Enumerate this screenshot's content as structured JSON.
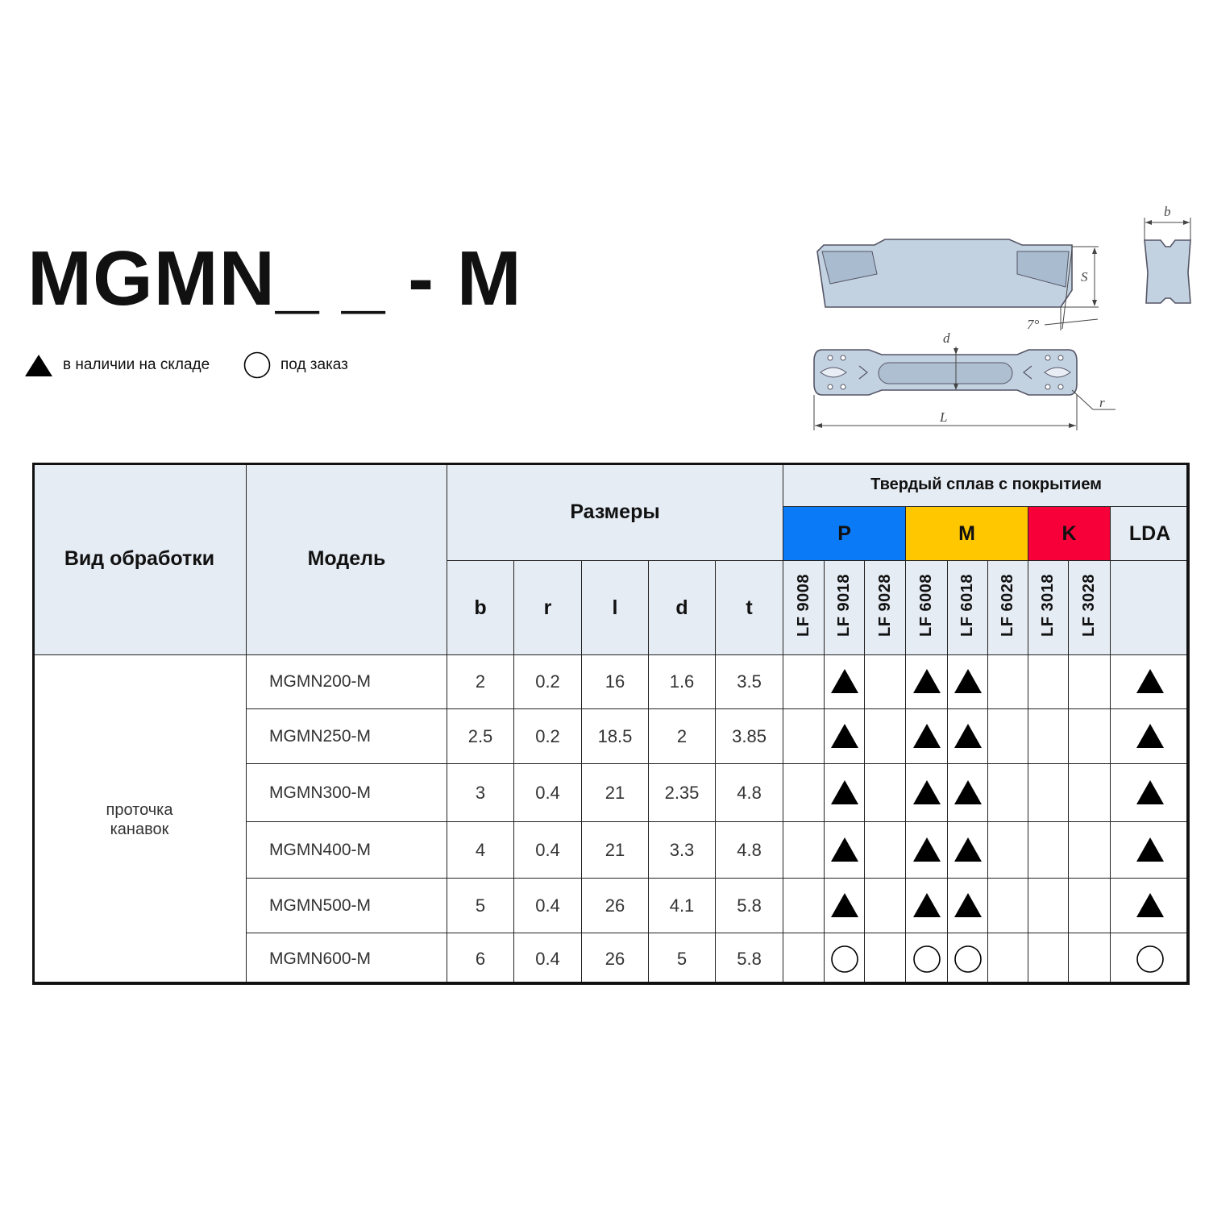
{
  "title": "MGMN_ _ - M",
  "legend": {
    "in_stock": "в наличии на складе",
    "to_order": "под заказ"
  },
  "drawing_labels": {
    "b": "b",
    "s": "S",
    "angle": "7°",
    "d": "d",
    "r": "r",
    "L": "L"
  },
  "table": {
    "processing_header": "Вид обработки",
    "model_header": "Модель",
    "dimensions_header": "Размеры",
    "carbide_header": "Твердый сплав с покрытием",
    "dim_cols": [
      "b",
      "r",
      "l",
      "d",
      "t"
    ],
    "groups": [
      {
        "label": "P",
        "color": "#0a7af7"
      },
      {
        "label": "M",
        "color": "#ffc700"
      },
      {
        "label": "K",
        "color": "#f7003a"
      },
      {
        "label": "LDA",
        "color": "#e6ecf4"
      }
    ],
    "grades": [
      "LF 9008",
      "LF 9018",
      "LF 9028",
      "LF 6008",
      "LF 6018",
      "LF 6028",
      "LF 3018",
      "LF 3028"
    ],
    "processing_type": "проточка канавок",
    "rows": [
      {
        "model": "MGMN200-M",
        "b": "2",
        "r": "0.2",
        "l": "16",
        "d": "1.6",
        "t": "3.5",
        "avail": [
          "",
          "triangle",
          "",
          "triangle",
          "triangle",
          "",
          "",
          "",
          "triangle"
        ]
      },
      {
        "model": "MGMN250-M",
        "b": "2.5",
        "r": "0.2",
        "l": "18.5",
        "d": "2",
        "t": "3.85",
        "avail": [
          "",
          "triangle",
          "",
          "triangle",
          "triangle",
          "",
          "",
          "",
          "triangle"
        ]
      },
      {
        "model": "MGMN300-M",
        "b": "3",
        "r": "0.4",
        "l": "21",
        "d": "2.35",
        "t": "4.8",
        "avail": [
          "",
          "triangle",
          "",
          "triangle",
          "triangle",
          "",
          "",
          "",
          "triangle"
        ]
      },
      {
        "model": "MGMN400-M",
        "b": "4",
        "r": "0.4",
        "l": "21",
        "d": "3.3",
        "t": "4.8",
        "avail": [
          "",
          "triangle",
          "",
          "triangle",
          "triangle",
          "",
          "",
          "",
          "triangle"
        ]
      },
      {
        "model": "MGMN500-M",
        "b": "5",
        "r": "0.4",
        "l": "26",
        "d": "4.1",
        "t": "5.8",
        "avail": [
          "",
          "triangle",
          "",
          "triangle",
          "triangle",
          "",
          "",
          "",
          "triangle"
        ]
      },
      {
        "model": "MGMN600-M",
        "b": "6",
        "r": "0.4",
        "l": "26",
        "d": "5",
        "t": "5.8",
        "avail": [
          "",
          "circle",
          "",
          "circle",
          "circle",
          "",
          "",
          "",
          "circle"
        ]
      }
    ]
  }
}
